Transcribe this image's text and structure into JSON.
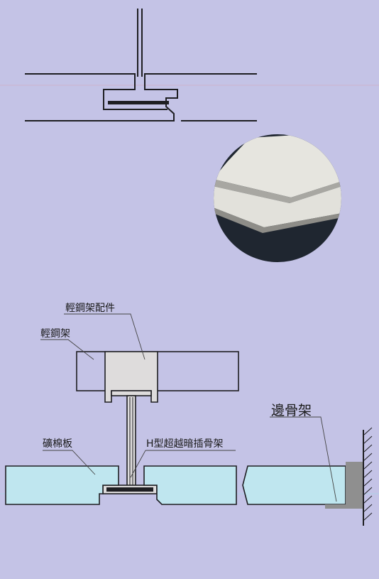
{
  "labels": {
    "steel_frame_fitting": "輕鋼架配件",
    "steel_frame": "輕鋼架",
    "mineral_board": "礦棉板",
    "h_runner": "H型超越暗插骨架",
    "edge_frame": "邊骨架"
  },
  "colors": {
    "background": "#c4c3e6",
    "stroke": "#1e1e22",
    "panel_fill": "#bfe6ef",
    "fitting_fill": "#dedcdc",
    "edge_trim": "#8f8f8f",
    "photo_dark": "#1f2630",
    "photo_board": "#e6e5df"
  }
}
